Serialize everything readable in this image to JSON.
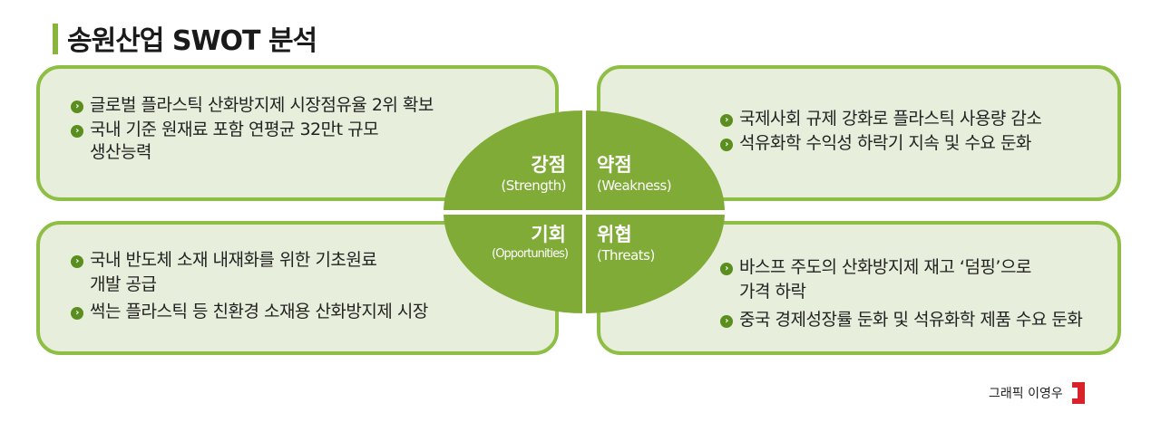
{
  "title": "송원산업 SWOT 분석",
  "strength": {
    "label": "강점",
    "sub": "(Strength)",
    "items": [
      "글로벌 플라스틱 산화방지제 시장점유율 2위 확보",
      "국내 기준 원재료 포함 연평균 32만t 규모",
      "생산능력"
    ]
  },
  "weakness": {
    "label": "약점",
    "sub": "(Weakness)",
    "items": [
      "국제사회 규제 강화로 플라스틱 사용량 감소",
      "석유화학 수익성 하락기 지속 및 수요 둔화"
    ]
  },
  "opportunities": {
    "label": "기회",
    "sub": "(Opportunities)",
    "items": [
      "국내 반도체 소재 내재화를 위한 기초원료",
      "개발 공급",
      "썩는 플라스틱 등 친환경 소재용 산화방지제 시장"
    ]
  },
  "threats": {
    "label": "위협",
    "sub": "(Threats)",
    "items": [
      "바스프 주도의 산화방지제 재고 ‘덤핑’으로",
      "가격 하락",
      "중국 경제성장률 둔화 및 석유화학 제품 수요 둔화"
    ]
  },
  "credit": "그래픽 이영우",
  "colors": {
    "accent": "#8fbe45",
    "box_fill": "#e7efdc",
    "center": "#7fab36",
    "bullet": "#5a8e1e",
    "logo": "#d8232a"
  }
}
